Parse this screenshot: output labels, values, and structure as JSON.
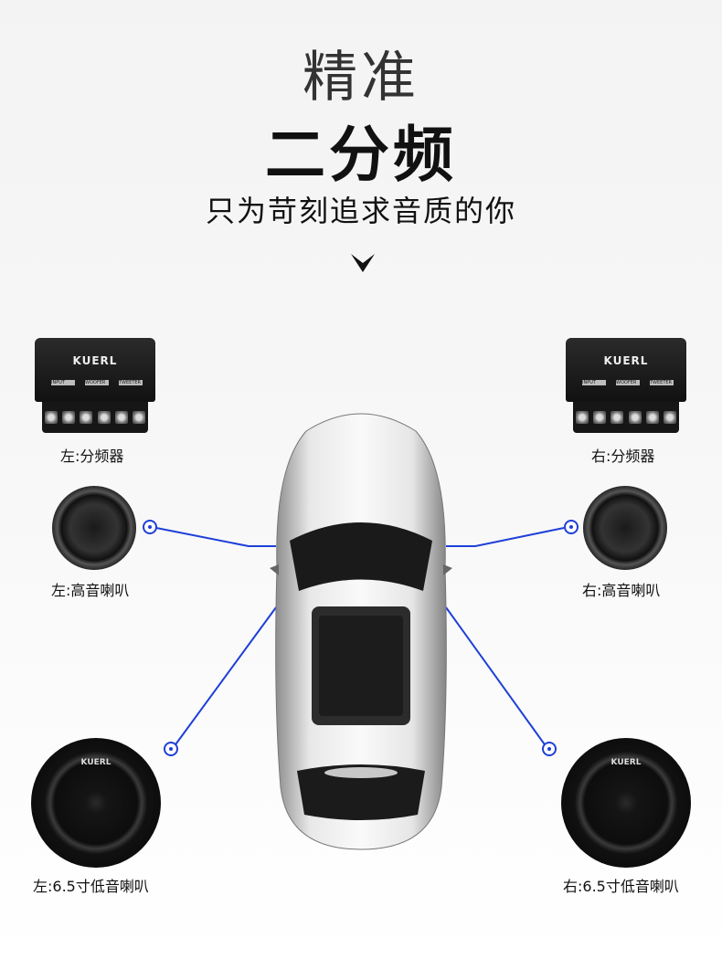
{
  "header": {
    "title_top": "精准",
    "title_main": "二分频",
    "subtitle": "只为苛刻追求音质的你"
  },
  "brand": "KUERL",
  "crossover_ports": [
    "INPUT",
    "WOOFER",
    "TWEETER"
  ],
  "labels": {
    "left_crossover": "左:分频器",
    "right_crossover": "右:分频器",
    "left_tweeter": "左:高音喇叭",
    "right_tweeter": "右:高音喇叭",
    "left_woofer": "左:6.5寸低音喇叭",
    "right_woofer": "右:6.5寸低音喇叭"
  },
  "colors": {
    "accent_line": "#1e3fd9",
    "text": "#111111"
  }
}
